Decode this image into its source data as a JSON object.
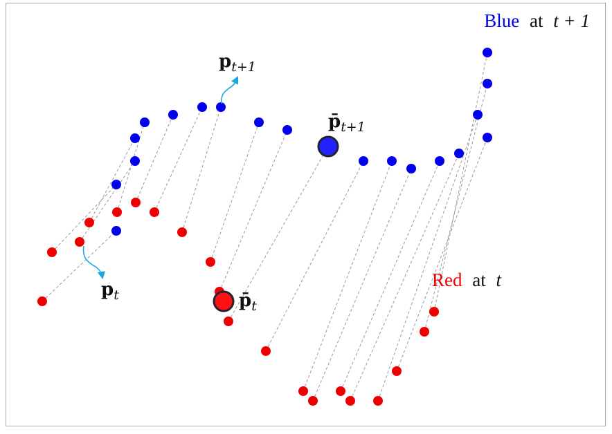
{
  "colors": {
    "blue": "#0000ee",
    "red": "#ee0000",
    "centroid_blue": "#2222ff",
    "centroid_red": "#ff1111",
    "centroid_stroke": "#222233",
    "link": "#999999",
    "arrow": "#1aa7e0",
    "frame": "#aaaaaa",
    "text": "#111111"
  },
  "legend": {
    "blue": {
      "word": "Blue",
      "suffix": "at",
      "math": "t + 1"
    },
    "red": {
      "word": "Red",
      "suffix": "at",
      "math": "t"
    }
  },
  "annotations": {
    "p_next": {
      "symbol": "p",
      "subscript": "t+1"
    },
    "p_now": {
      "symbol": "p",
      "subscript": "t"
    },
    "pbar_next": {
      "symbol": "p̄",
      "subscript": "t+1"
    },
    "pbar_now": {
      "symbol": "p̄",
      "subscript": "t"
    }
  },
  "chart_data": {
    "type": "scatter",
    "series": [
      {
        "name": "Blue",
        "points": [
          [
            704,
            76
          ],
          [
            704,
            121
          ],
          [
            690,
            166
          ],
          [
            704,
            199
          ],
          [
            663,
            222
          ],
          [
            635,
            233
          ],
          [
            594,
            244
          ],
          [
            566,
            233
          ],
          [
            525,
            233
          ],
          [
            415,
            188
          ],
          [
            374,
            177
          ],
          [
            319,
            155
          ],
          [
            292,
            155
          ],
          [
            250,
            166
          ],
          [
            209,
            177
          ],
          [
            195,
            200
          ],
          [
            195,
            233
          ],
          [
            168,
            267
          ],
          [
            168,
            334
          ]
        ]
      },
      {
        "name": "Red",
        "points": [
          [
            61,
            436
          ],
          [
            75,
            365
          ],
          [
            115,
            350
          ],
          [
            129,
            322
          ],
          [
            169,
            307
          ],
          [
            196,
            293
          ],
          [
            223,
            307
          ],
          [
            263,
            336
          ],
          [
            304,
            379
          ],
          [
            317,
            422
          ],
          [
            330,
            465
          ],
          [
            384,
            508
          ],
          [
            438,
            566
          ],
          [
            452,
            580
          ],
          [
            492,
            566
          ],
          [
            506,
            580
          ],
          [
            546,
            580
          ],
          [
            573,
            537
          ],
          [
            613,
            480
          ],
          [
            627,
            451
          ]
        ]
      }
    ],
    "links": [
      [
        [
          61,
          436
        ],
        [
          168,
          334
        ]
      ],
      [
        [
          75,
          365
        ],
        [
          168,
          267
        ]
      ],
      [
        [
          115,
          350
        ],
        [
          195,
          233
        ]
      ],
      [
        [
          129,
          322
        ],
        [
          195,
          200
        ]
      ],
      [
        [
          169,
          307
        ],
        [
          209,
          177
        ]
      ],
      [
        [
          196,
          293
        ],
        [
          250,
          166
        ]
      ],
      [
        [
          223,
          307
        ],
        [
          292,
          155
        ]
      ],
      [
        [
          263,
          336
        ],
        [
          319,
          155
        ]
      ],
      [
        [
          304,
          379
        ],
        [
          374,
          177
        ]
      ],
      [
        [
          317,
          422
        ],
        [
          415,
          188
        ]
      ],
      [
        [
          330,
          465
        ],
        [
          474,
          212
        ]
      ],
      [
        [
          384,
          508
        ],
        [
          525,
          233
        ]
      ],
      [
        [
          438,
          566
        ],
        [
          566,
          233
        ]
      ],
      [
        [
          452,
          580
        ],
        [
          594,
          244
        ]
      ],
      [
        [
          492,
          566
        ],
        [
          635,
          233
        ]
      ],
      [
        [
          506,
          580
        ],
        [
          663,
          222
        ]
      ],
      [
        [
          546,
          580
        ],
        [
          690,
          166
        ]
      ],
      [
        [
          573,
          537
        ],
        [
          704,
          199
        ]
      ],
      [
        [
          613,
          480
        ],
        [
          704,
          121
        ]
      ],
      [
        [
          627,
          451
        ],
        [
          704,
          76
        ]
      ]
    ],
    "centroids": {
      "blue": [
        474,
        212
      ],
      "red": [
        323,
        436
      ]
    }
  }
}
